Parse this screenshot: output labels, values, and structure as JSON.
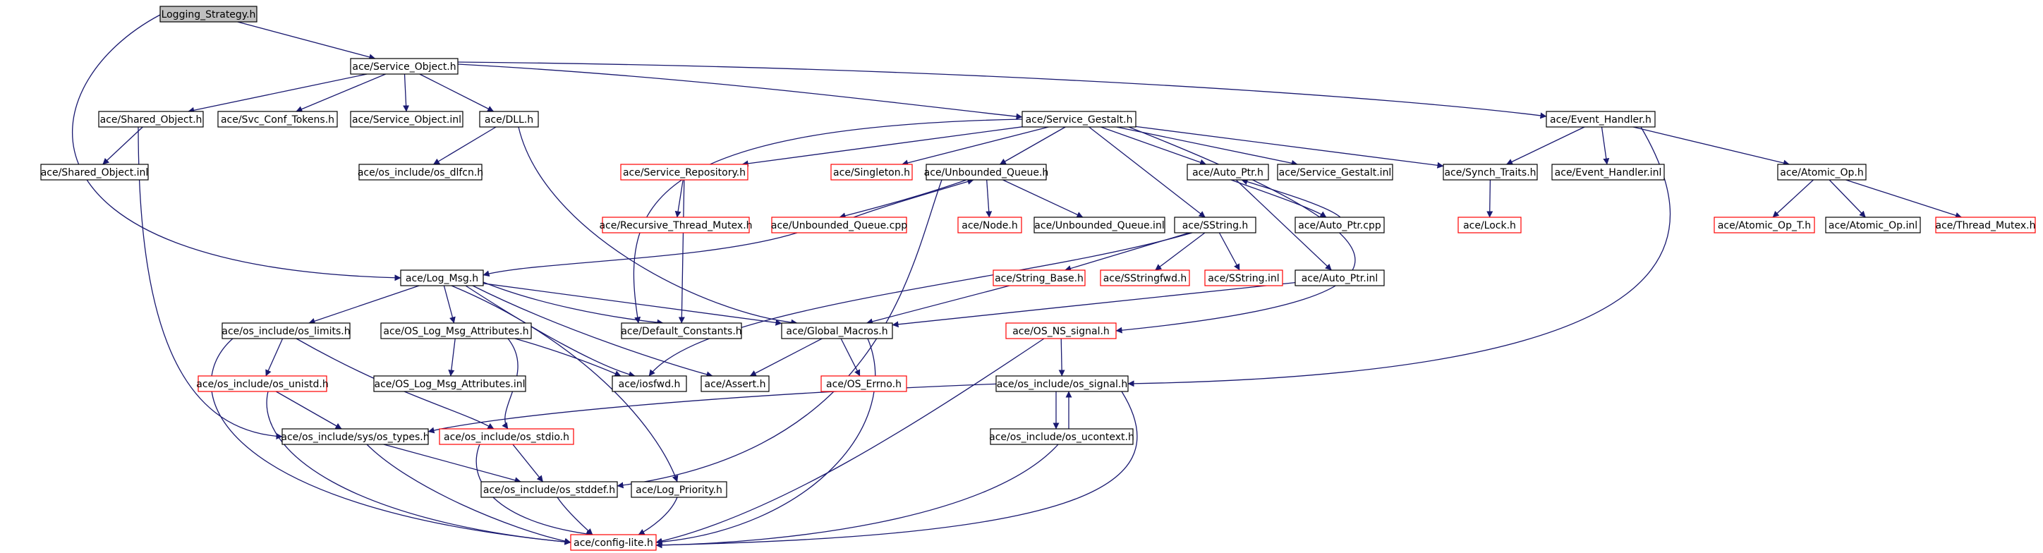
{
  "diagram": {
    "type": "include-dependency-graph",
    "colors": {
      "edge": "#191970",
      "node_border": "#000000",
      "missing_border": "#ff0000",
      "root_fill": "#bfbfbf",
      "background": "#ffffff"
    },
    "nodes": [
      {
        "id": "logging_strategy",
        "label": "Logging_Strategy.h",
        "root": true
      },
      {
        "id": "service_object",
        "label": "ace/Service_Object.h"
      },
      {
        "id": "shared_object",
        "label": "ace/Shared_Object.h"
      },
      {
        "id": "svc_conf_tokens",
        "label": "ace/Svc_Conf_Tokens.h"
      },
      {
        "id": "service_object_inl",
        "label": "ace/Service_Object.inl"
      },
      {
        "id": "dll",
        "label": "ace/DLL.h"
      },
      {
        "id": "shared_object_inl",
        "label": "ace/Shared_Object.inl"
      },
      {
        "id": "os_dlfcn",
        "label": "ace/os_include/os_dlfcn.h"
      },
      {
        "id": "service_gestalt",
        "label": "ace/Service_Gestalt.h"
      },
      {
        "id": "event_handler",
        "label": "ace/Event_Handler.h"
      },
      {
        "id": "service_repository",
        "label": "ace/Service_Repository.h",
        "missing": true
      },
      {
        "id": "singleton",
        "label": "ace/Singleton.h",
        "missing": true
      },
      {
        "id": "unbounded_queue",
        "label": "ace/Unbounded_Queue.h"
      },
      {
        "id": "auto_ptr",
        "label": "ace/Auto_Ptr.h"
      },
      {
        "id": "service_gestalt_inl",
        "label": "ace/Service_Gestalt.inl"
      },
      {
        "id": "synch_traits",
        "label": "ace/Synch_Traits.h"
      },
      {
        "id": "event_handler_inl",
        "label": "ace/Event_Handler.inl"
      },
      {
        "id": "atomic_op",
        "label": "ace/Atomic_Op.h"
      },
      {
        "id": "recursive_thread_mutex",
        "label": "ace/Recursive_Thread_Mutex.h",
        "missing": true
      },
      {
        "id": "unbounded_queue_cpp",
        "label": "ace/Unbounded_Queue.cpp",
        "missing": true
      },
      {
        "id": "node",
        "label": "ace/Node.h",
        "missing": true
      },
      {
        "id": "unbounded_queue_inl",
        "label": "ace/Unbounded_Queue.inl"
      },
      {
        "id": "sstring",
        "label": "ace/SString.h"
      },
      {
        "id": "auto_ptr_cpp",
        "label": "ace/Auto_Ptr.cpp"
      },
      {
        "id": "lock",
        "label": "ace/Lock.h",
        "missing": true
      },
      {
        "id": "atomic_op_t",
        "label": "ace/Atomic_Op_T.h",
        "missing": true
      },
      {
        "id": "atomic_op_inl",
        "label": "ace/Atomic_Op.inl"
      },
      {
        "id": "thread_mutex",
        "label": "ace/Thread_Mutex.h",
        "missing": true
      },
      {
        "id": "log_msg",
        "label": "ace/Log_Msg.h"
      },
      {
        "id": "string_base",
        "label": "ace/String_Base.h",
        "missing": true
      },
      {
        "id": "sstringfwd",
        "label": "ace/SStringfwd.h",
        "missing": true
      },
      {
        "id": "sstring_inl",
        "label": "ace/SString.inl",
        "missing": true
      },
      {
        "id": "auto_ptr_inl",
        "label": "ace/Auto_Ptr.inl"
      },
      {
        "id": "os_limits",
        "label": "ace/os_include/os_limits.h"
      },
      {
        "id": "os_log_msg_attributes",
        "label": "ace/OS_Log_Msg_Attributes.h"
      },
      {
        "id": "default_constants",
        "label": "ace/Default_Constants.h"
      },
      {
        "id": "global_macros",
        "label": "ace/Global_Macros.h"
      },
      {
        "id": "os_ns_signal",
        "label": "ace/OS_NS_signal.h",
        "missing": true
      },
      {
        "id": "os_unistd",
        "label": "ace/os_include/os_unistd.h",
        "missing": true
      },
      {
        "id": "os_log_msg_attributes_inl",
        "label": "ace/OS_Log_Msg_Attributes.inl"
      },
      {
        "id": "iosfwd",
        "label": "ace/iosfwd.h"
      },
      {
        "id": "assert",
        "label": "ace/Assert.h"
      },
      {
        "id": "os_errno",
        "label": "ace/OS_Errno.h",
        "missing": true
      },
      {
        "id": "os_signal",
        "label": "ace/os_include/os_signal.h"
      },
      {
        "id": "sys_os_types",
        "label": "ace/os_include/sys/os_types.h"
      },
      {
        "id": "os_stdio",
        "label": "ace/os_include/os_stdio.h",
        "missing": true
      },
      {
        "id": "os_ucontext",
        "label": "ace/os_include/os_ucontext.h"
      },
      {
        "id": "os_stddef",
        "label": "ace/os_include/os_stddef.h"
      },
      {
        "id": "log_priority",
        "label": "ace/Log_Priority.h"
      },
      {
        "id": "config_lite",
        "label": "ace/config-lite.h",
        "missing": true
      }
    ],
    "edges": [
      [
        "logging_strategy",
        "service_object"
      ],
      [
        "logging_strategy",
        "log_msg"
      ],
      [
        "service_object",
        "shared_object"
      ],
      [
        "service_object",
        "svc_conf_tokens"
      ],
      [
        "service_object",
        "service_object_inl"
      ],
      [
        "service_object",
        "dll"
      ],
      [
        "service_object",
        "service_gestalt"
      ],
      [
        "service_object",
        "event_handler"
      ],
      [
        "shared_object",
        "shared_object_inl"
      ],
      [
        "shared_object",
        "sys_os_types"
      ],
      [
        "dll",
        "os_dlfcn"
      ],
      [
        "dll",
        "global_macros"
      ],
      [
        "service_gestalt",
        "service_repository"
      ],
      [
        "service_gestalt",
        "singleton"
      ],
      [
        "service_gestalt",
        "unbounded_queue"
      ],
      [
        "service_gestalt",
        "auto_ptr"
      ],
      [
        "service_gestalt",
        "service_gestalt_inl"
      ],
      [
        "service_gestalt",
        "synch_traits"
      ],
      [
        "service_gestalt",
        "sstring"
      ],
      [
        "service_gestalt",
        "default_constants"
      ],
      [
        "service_gestalt",
        "os_ns_signal"
      ],
      [
        "event_handler",
        "synch_traits"
      ],
      [
        "event_handler",
        "event_handler_inl"
      ],
      [
        "event_handler",
        "atomic_op"
      ],
      [
        "event_handler",
        "os_signal"
      ],
      [
        "service_repository",
        "recursive_thread_mutex"
      ],
      [
        "service_repository",
        "default_constants"
      ],
      [
        "unbounded_queue",
        "unbounded_queue_cpp"
      ],
      [
        "unbounded_queue_cpp",
        "unbounded_queue"
      ],
      [
        "unbounded_queue",
        "node"
      ],
      [
        "unbounded_queue",
        "unbounded_queue_inl"
      ],
      [
        "unbounded_queue",
        "os_stddef"
      ],
      [
        "unbounded_queue_cpp",
        "log_msg"
      ],
      [
        "auto_ptr",
        "auto_ptr_cpp"
      ],
      [
        "auto_ptr_cpp",
        "auto_ptr"
      ],
      [
        "auto_ptr",
        "auto_ptr_inl"
      ],
      [
        "synch_traits",
        "lock"
      ],
      [
        "atomic_op",
        "atomic_op_t"
      ],
      [
        "atomic_op",
        "atomic_op_inl"
      ],
      [
        "atomic_op",
        "thread_mutex"
      ],
      [
        "sstring",
        "string_base"
      ],
      [
        "sstring",
        "sstringfwd"
      ],
      [
        "sstring",
        "sstring_inl"
      ],
      [
        "sstring",
        "iosfwd"
      ],
      [
        "string_base",
        "global_macros"
      ],
      [
        "auto_ptr_inl",
        "global_macros"
      ],
      [
        "log_msg",
        "os_limits"
      ],
      [
        "log_msg",
        "os_log_msg_attributes"
      ],
      [
        "log_msg",
        "default_constants"
      ],
      [
        "log_msg",
        "global_macros"
      ],
      [
        "log_msg",
        "iosfwd"
      ],
      [
        "log_msg",
        "assert"
      ],
      [
        "log_msg",
        "log_priority"
      ],
      [
        "os_limits",
        "os_unistd"
      ],
      [
        "os_limits",
        "os_stdio"
      ],
      [
        "os_limits",
        "config_lite"
      ],
      [
        "os_log_msg_attributes",
        "os_log_msg_attributes_inl"
      ],
      [
        "os_log_msg_attributes",
        "iosfwd"
      ],
      [
        "os_log_msg_attributes",
        "os_stdio"
      ],
      [
        "global_macros",
        "assert"
      ],
      [
        "global_macros",
        "os_errno"
      ],
      [
        "global_macros",
        "config_lite"
      ],
      [
        "os_ns_signal",
        "os_signal"
      ],
      [
        "os_ns_signal",
        "config_lite"
      ],
      [
        "os_unistd",
        "sys_os_types"
      ],
      [
        "os_unistd",
        "config_lite"
      ],
      [
        "os_signal",
        "sys_os_types"
      ],
      [
        "os_signal",
        "os_ucontext"
      ],
      [
        "os_ucontext",
        "os_signal"
      ],
      [
        "os_signal",
        "config_lite"
      ],
      [
        "sys_os_types",
        "os_stddef"
      ],
      [
        "sys_os_types",
        "config_lite"
      ],
      [
        "os_stdio",
        "os_stddef"
      ],
      [
        "os_stdio",
        "config_lite"
      ],
      [
        "os_ucontext",
        "config_lite"
      ],
      [
        "os_stddef",
        "config_lite"
      ],
      [
        "log_priority",
        "config_lite"
      ]
    ]
  }
}
